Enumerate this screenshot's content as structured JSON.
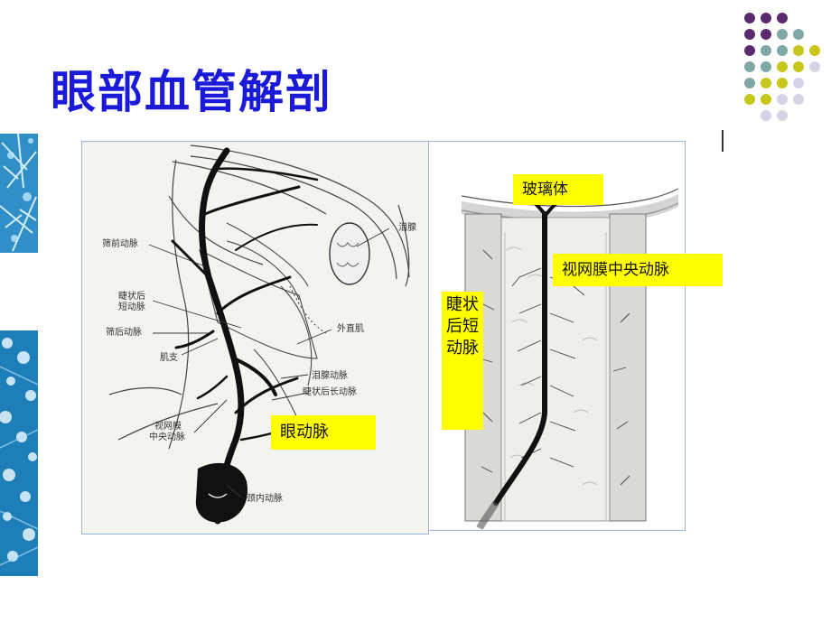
{
  "title": "眼部血管解剖",
  "colors": {
    "title": "#1a1ad8",
    "label_bg": "#ffff00",
    "dot_purple": "#5b2a6e",
    "dot_teal": "#7fa7a5",
    "dot_olive": "#c6c61c",
    "dot_lavender": "#d6d3e6"
  },
  "left_diagram": {
    "annotations": {
      "anterior_ethmoidal": "筛前动脉",
      "posterior_ciliary_short_1": "睫状后",
      "posterior_ciliary_short_2": "短动脉",
      "posterior_ethmoidal": "筛后动脉",
      "muscular_branch": "肌支",
      "cra_1": "视网膜",
      "cra_2": "中央动脉",
      "lacrimal_gland": "泪腺",
      "lateral_rectus": "外直肌",
      "lacrimal_artery": "泪腺动脉",
      "long_posterior_ciliary": "睫状后长动脉",
      "internal_carotid": "颈内动脉"
    },
    "highlight_label": "眼动脉"
  },
  "right_diagram": {
    "labels": {
      "vitreous": "玻璃体",
      "central_retinal_artery": "视网膜中央动脉",
      "short_posterior_ciliary": "睫状后短动脉"
    }
  }
}
